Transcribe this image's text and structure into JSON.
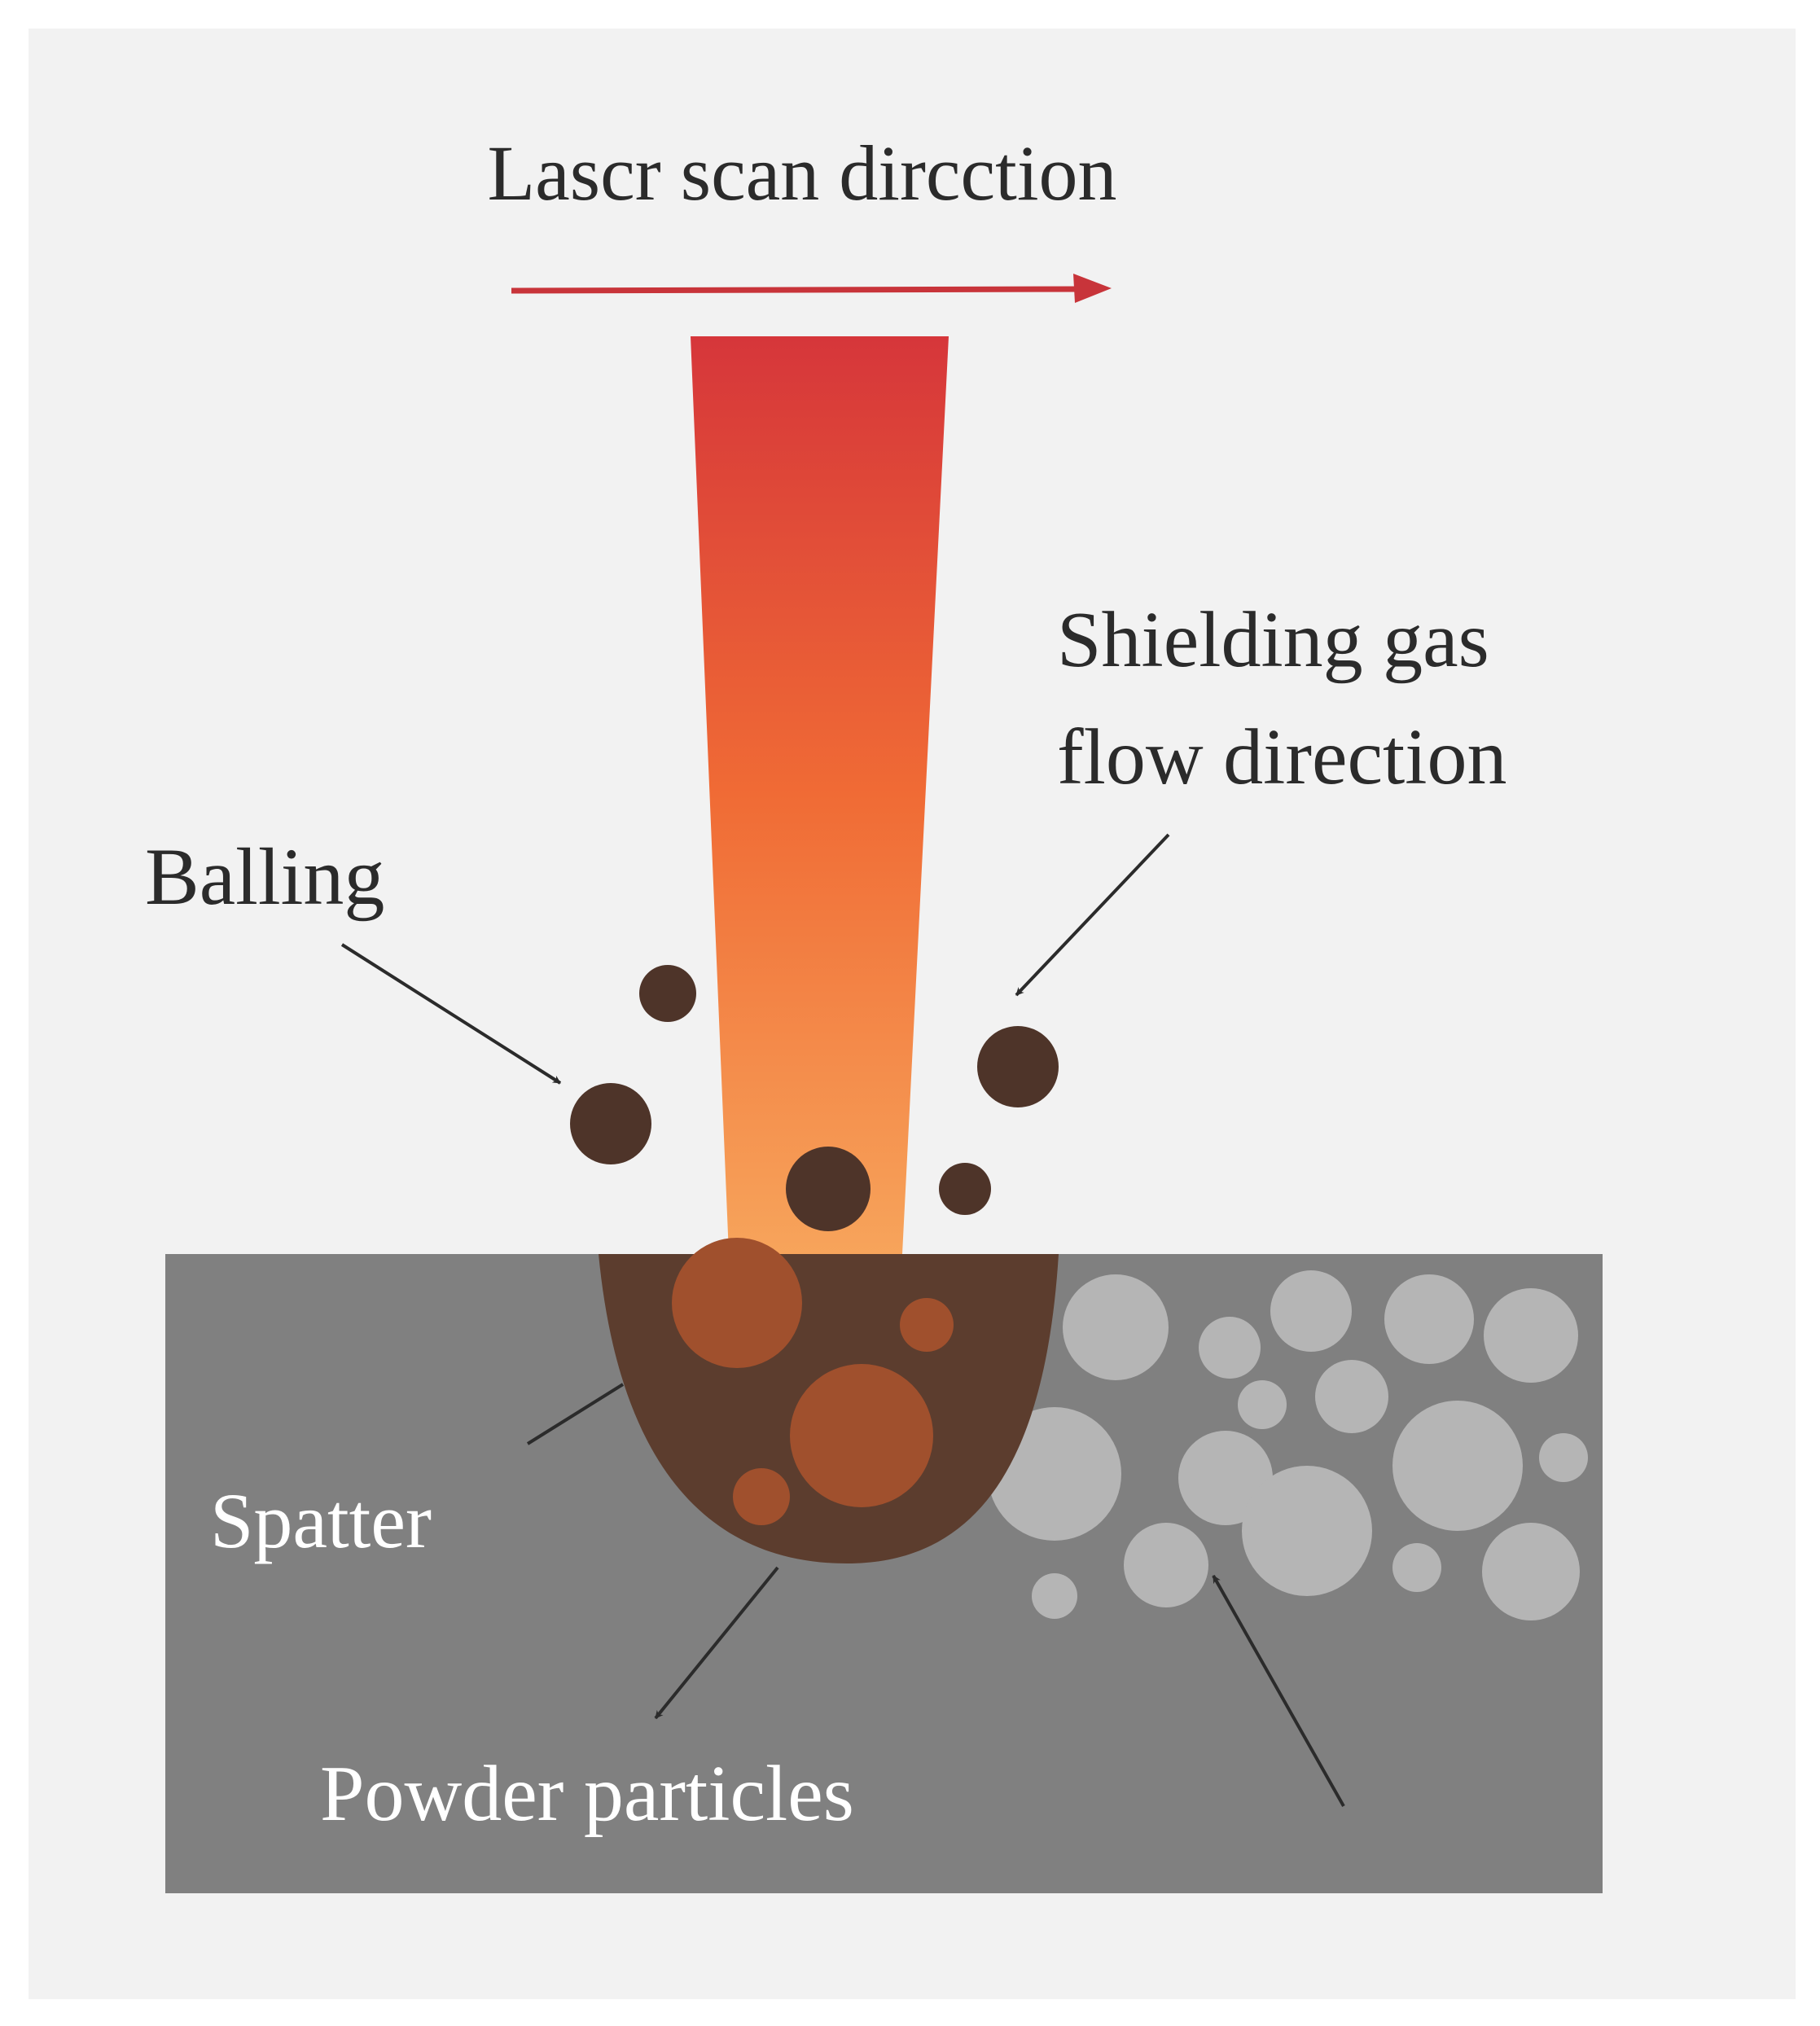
{
  "labels": {
    "laser_scan": "Lascr scan dircction",
    "shielding_gas_line1": "Shielding gas",
    "shielding_gas_line2": "flow direction",
    "balling": "Balling",
    "spatter": "Spatter",
    "powder_particles": "Powder particles"
  },
  "colors": {
    "page_background": "#f2f2f2",
    "substrate": "#808080",
    "scan_arrow": "#c8343a",
    "beam_top": "#d6363a",
    "beam_mid": "#f06b35",
    "beam_bottom": "#f7a45b",
    "melt_pool": "#5c3d2e",
    "molten_droplet": "#a0502d",
    "balling_particle": "#4e3429",
    "powder_particle": "#b5b5b5",
    "dark_text": "#2b2b2b",
    "light_text": "#ffffff"
  }
}
